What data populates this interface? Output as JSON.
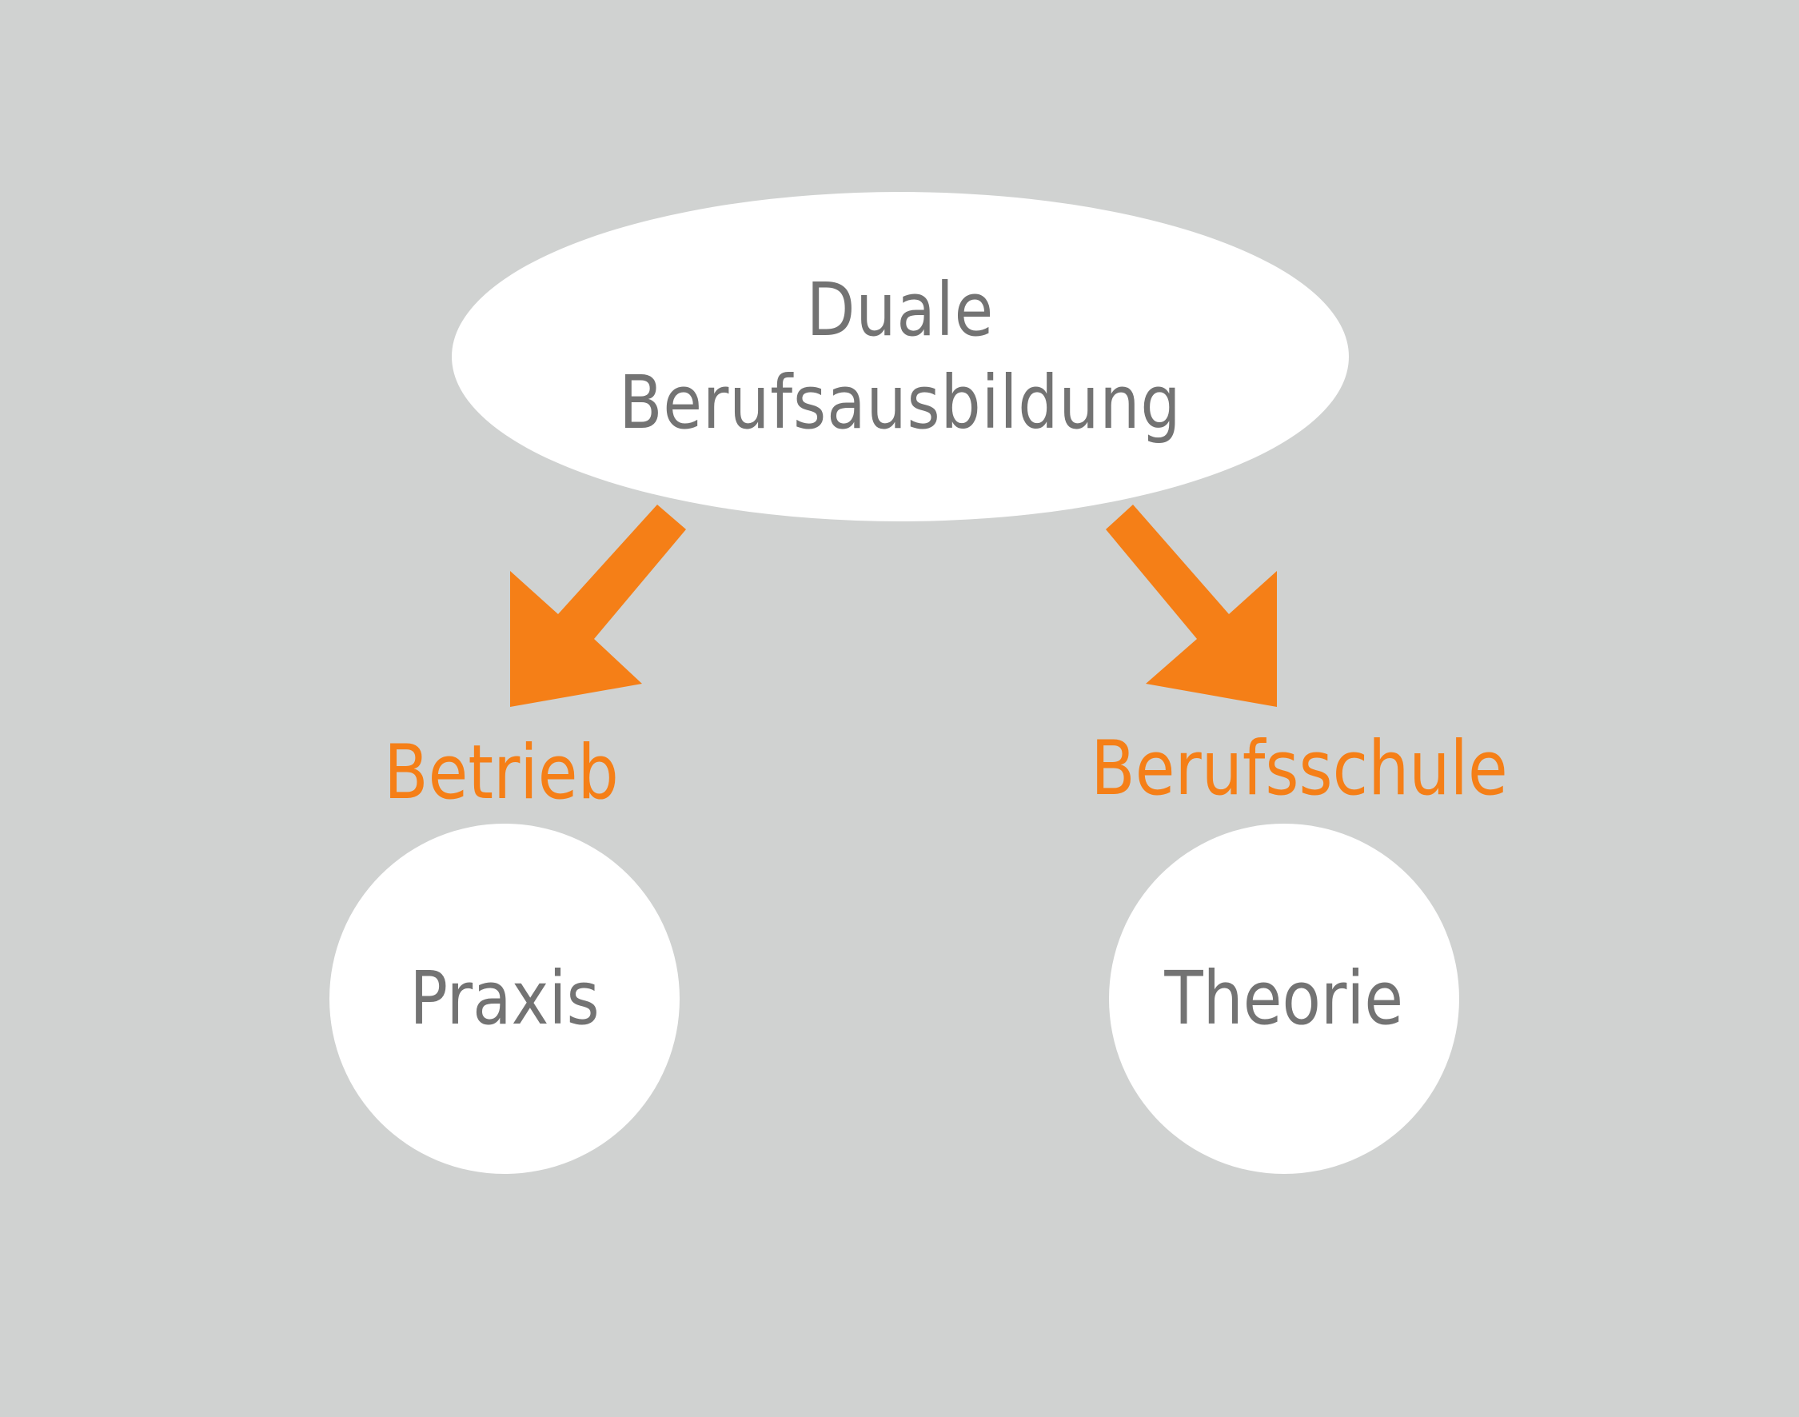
{
  "diagram": {
    "root": {
      "line1": "Duale",
      "line2": "Berufsausbildung"
    },
    "branches": [
      {
        "label": "Betrieb",
        "node": "Praxis"
      },
      {
        "label": "Berufsschule",
        "node": "Theorie"
      }
    ]
  },
  "colors": {
    "background": "#D0D2D1",
    "shape_fill": "#FFFFFF",
    "node_text": "#737373",
    "accent": "#F57F17"
  }
}
